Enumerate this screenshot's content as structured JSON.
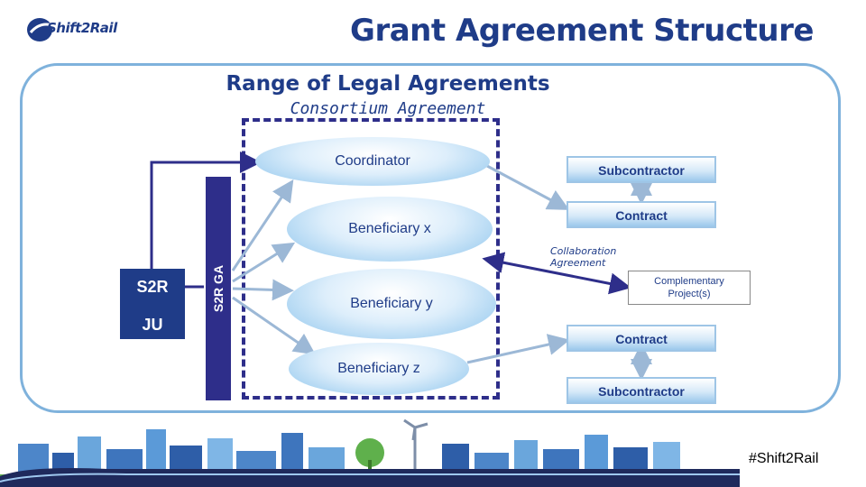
{
  "header": {
    "title": "Grant Agreement Structure",
    "logo_text": "Shift2Rail"
  },
  "diagram": {
    "subtitle": "Range of Legal Agreements",
    "consortium_label": "Consortium Agreement",
    "coordinator": "Coordinator",
    "beneficiary_x": "Beneficiary x",
    "beneficiary_y": "Beneficiary y",
    "beneficiary_z": "Beneficiary z",
    "s2r": "S2R",
    "ju": "JU",
    "s2r_ga": "S2R GA",
    "subcontractor_top": "Subcontractor",
    "contract_top": "Contract",
    "collaboration_line1": "Collaboration",
    "collaboration_line2": "Agreement",
    "complementary_line1": "Complementary",
    "complementary_line2": "Project(s)",
    "contract_bottom": "Contract",
    "subcontractor_bottom": "Subcontractor"
  },
  "footer": {
    "hashtag": "#Shift2Rail"
  },
  "colors": {
    "brand": "#1f3c88",
    "frame": "#7fb2dc",
    "dark": "#2e2e8a",
    "connector": "#9cb8d6"
  }
}
